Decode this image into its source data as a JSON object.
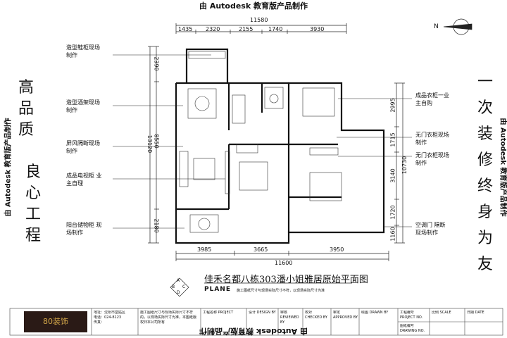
{
  "watermark": "由 Autodesk 教育版产品制作",
  "slogan_left_col1": [
    "高",
    "品",
    "质"
  ],
  "slogan_left_col2": [
    "良",
    "心",
    "工",
    "程"
  ],
  "slogan_right": [
    "一",
    "次",
    "装",
    "修",
    "终",
    "身",
    "为",
    "友"
  ],
  "dimensions": {
    "top_total": "11580",
    "top_segments": [
      "1435",
      "2320",
      "2155",
      "1740",
      "3930"
    ],
    "bottom_segments": [
      "3985",
      "3665",
      "3950"
    ],
    "bottom_total": "11600",
    "left_segments": [
      "2390",
      "8550",
      "2180"
    ],
    "left_total": "13120",
    "right_segments": [
      "2995",
      "1715",
      "3140",
      "1720",
      "1160"
    ],
    "right_total": "10730"
  },
  "labels_left": [
    "造型鞋柜现场\n制作",
    "造型酒架现场\n制作",
    "屏风隔断现场\n制作",
    "成品电视柜 业\n主自理",
    "阳台储物柜 现\n场制作"
  ],
  "labels_right": [
    "成品衣柜一业\n主自购",
    "无门衣柜现场\n制作",
    "无门衣柜现场\n制作",
    "空调门  隔断\n现场制作"
  ],
  "drawing_title": "佳禾名都八栋303潘小姐雅居原始平面图",
  "plane_label": "PLANE",
  "plane_note": "施工图纸尺寸与现场实际尺寸不符，以现场实际尺寸为准",
  "compass_letters": [
    "A",
    "B",
    "C",
    "D"
  ],
  "north_label": "N",
  "logo_text": "80装饰",
  "title_block": [
    "地址：沈阳市皇姑区\n电话：024-8123  \n传真：",
    "施工图纸尺寸与现场实际尺寸不符的，以现场实际尺寸为准，本图纸版权归本公司所有",
    "工程名称 PROJECT",
    "设计 DESIGN BY",
    "审核 REVIEWED BY",
    "校对 CHECKED BY",
    "审定 APPROVED BY",
    "绘图 DRAWN BY",
    "工程编号 PROJECT NO.",
    "图纸编号 DRAWING NO.",
    "比例 SCALE",
    "日期 DATE"
  ]
}
